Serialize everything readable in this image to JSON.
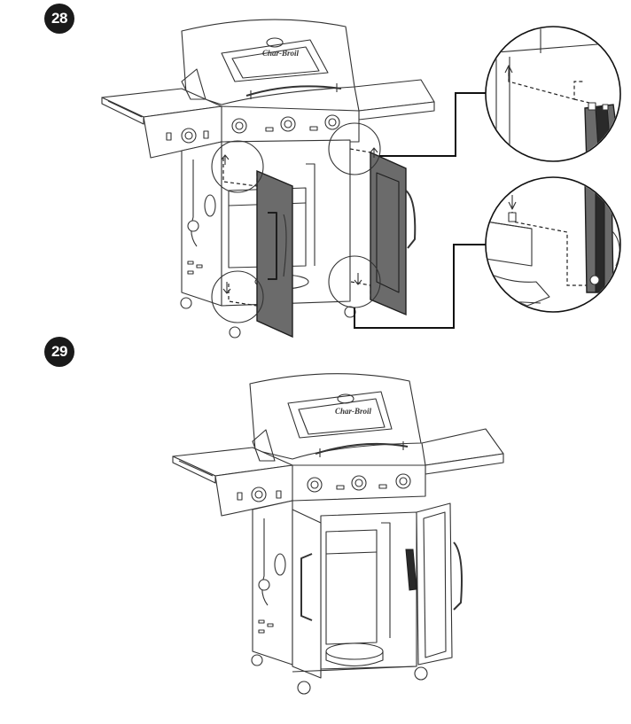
{
  "steps": [
    {
      "number": "28"
    },
    {
      "number": "29"
    }
  ],
  "brand_logo_text": "Char-Broil",
  "colors": {
    "line": "#333333",
    "door_panel": "#6b6b6b",
    "badge": "#1a1a1a"
  },
  "icons": [
    "arrow-up-icon",
    "arrow-down-icon"
  ]
}
